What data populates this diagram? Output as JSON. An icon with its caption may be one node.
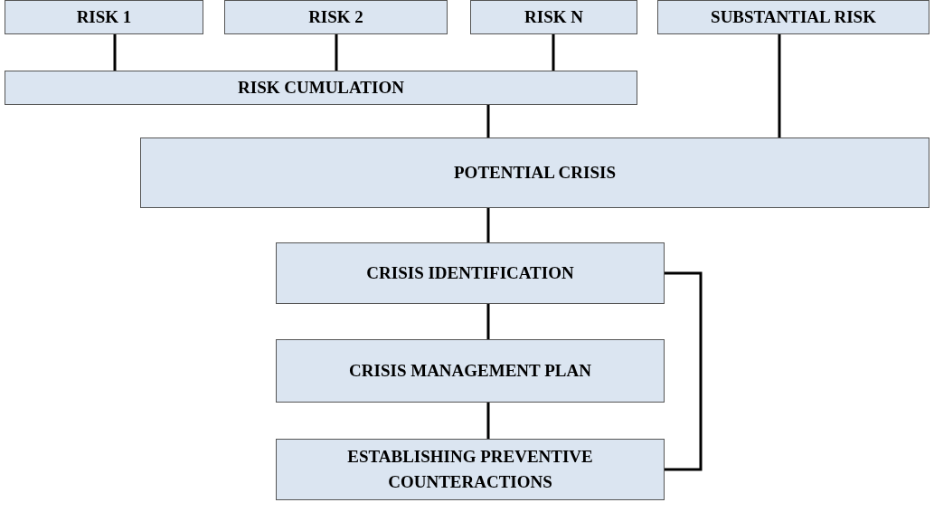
{
  "diagram": {
    "nodes": [
      {
        "text": [
          "RISK 1"
        ]
      },
      {
        "text": [
          "RISK 2"
        ]
      },
      {
        "text": [
          "RISK N"
        ]
      },
      {
        "text": [
          "SUBSTANTIAL RISK"
        ]
      },
      {
        "text": [
          "RISK CUMULATION"
        ]
      },
      {
        "text": [
          "POTENTIAL CRISIS"
        ]
      },
      {
        "text": [
          "CRISIS IDENTIFICATION"
        ]
      },
      {
        "text": [
          "CRISIS MANAGEMENT PLAN"
        ]
      },
      {
        "text": [
          "ESTABLISHING PREVENTIVE COUNTERACTIONS"
        ]
      }
    ],
    "edges": [
      {
        "from": 0,
        "to": 4,
        "arrow": "none"
      },
      {
        "from": 1,
        "to": 4,
        "arrow": "none"
      },
      {
        "from": 2,
        "to": 4,
        "arrow": "none"
      },
      {
        "from": 4,
        "to": 5,
        "arrow": "none"
      },
      {
        "from": 3,
        "to": 5,
        "arrow": "none"
      },
      {
        "from": 5,
        "to": 6,
        "arrow": "none"
      },
      {
        "from": 6,
        "to": 7,
        "arrow": "none"
      },
      {
        "from": 7,
        "to": 8,
        "arrow": "none"
      },
      {
        "from": 6,
        "to": 8,
        "arrow": "none"
      }
    ]
  }
}
